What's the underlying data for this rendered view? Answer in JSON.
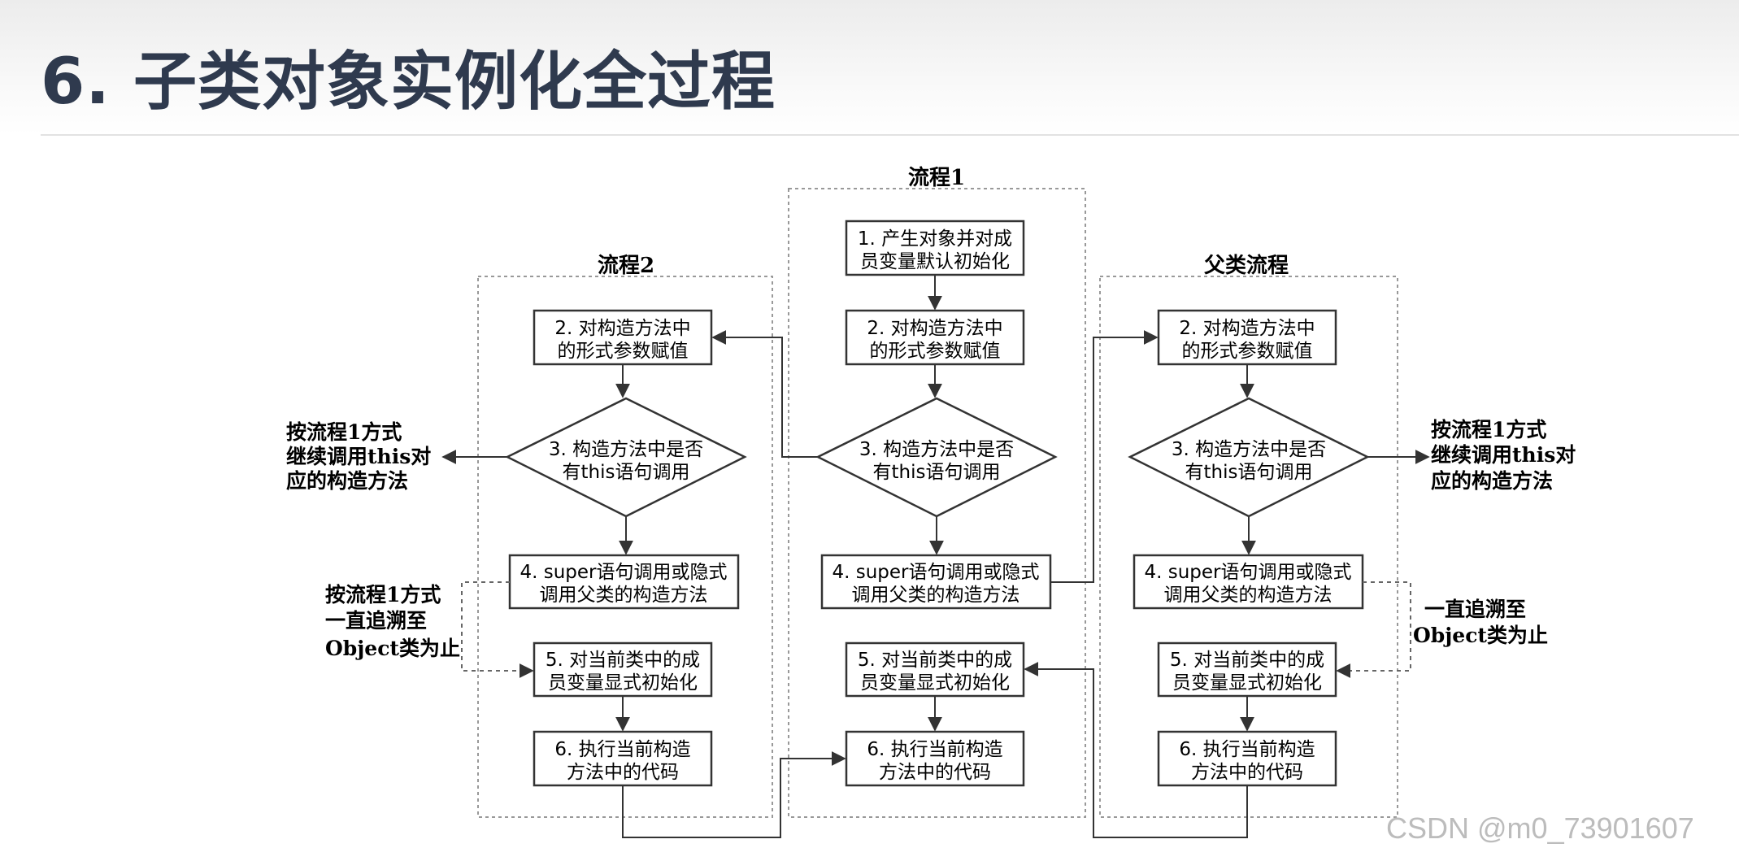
{
  "title": "6. 子类对象实例化全过程",
  "watermark": "CSDN @m0_73901607",
  "panels": {
    "left": {
      "label": "流程2"
    },
    "center": {
      "label": "流程1"
    },
    "right": {
      "label": "父类流程"
    }
  },
  "steps": {
    "step1": [
      "1. 产生对象并对成",
      "员变量默认初始化"
    ],
    "step2": [
      "2. 对构造方法中",
      "的形式参数赋值"
    ],
    "step3": [
      "3. 构造方法中是否",
      "有this语句调用"
    ],
    "step4": [
      "4. super语句调用或隐式",
      "调用父类的构造方法"
    ],
    "step5": [
      "5. 对当前类中的成",
      "员变量显式初始化"
    ],
    "step6": [
      "6. 执行当前构造",
      "方法中的代码"
    ]
  },
  "notes": {
    "left_this": [
      "按流程1方式",
      "继续调用this对",
      "应的构造方法"
    ],
    "left_super": [
      "按流程1方式",
      "一直追溯至",
      "Object类为止"
    ],
    "right_this": [
      "按流程1方式",
      "继续调用this对",
      "应的构造方法"
    ],
    "right_super": [
      "一直追溯至",
      "Object类为止"
    ]
  }
}
